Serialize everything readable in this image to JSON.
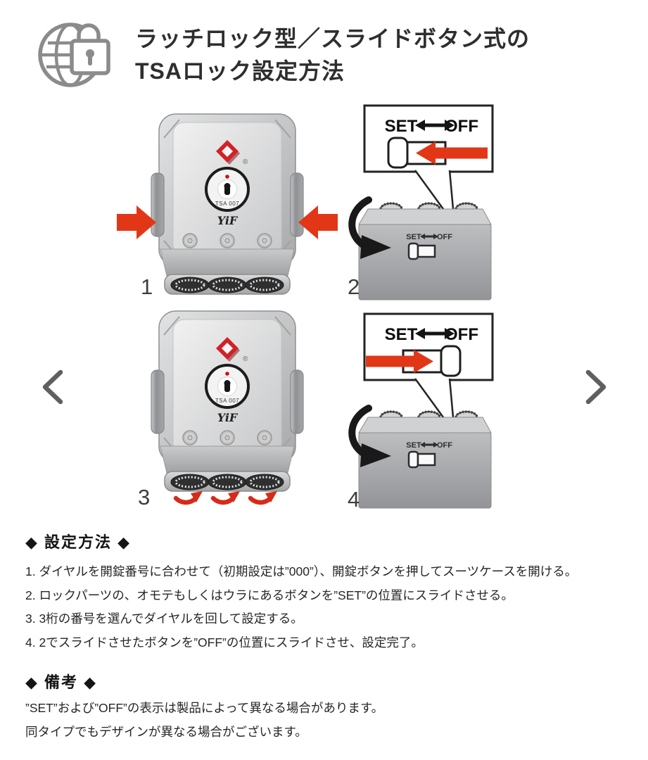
{
  "header": {
    "title_line1": "ラッチロック型／スライドボタン式の",
    "title_line2": "TSAロック設定方法",
    "icon": "globe-lock-icon"
  },
  "carousel": {
    "prev_icon": "chevron-left",
    "next_icon": "chevron-right"
  },
  "lock_panel": {
    "keyhole_text": "TSA 007",
    "brand": "YiF",
    "reg_mark": "®"
  },
  "slide_labels": {
    "set": "SET",
    "off": "OFF"
  },
  "figures": {
    "fig1": {
      "number": "1"
    },
    "fig2": {
      "number": "2"
    },
    "fig3": {
      "number": "3"
    },
    "fig4": {
      "number": "4"
    }
  },
  "howto": {
    "heading": "◆ 設定方法 ◆",
    "steps": [
      "1. ダイヤルを開錠番号に合わせて（初期設定は”000”）、開錠ボタンを押してスーツケースを開ける。",
      "2. ロックパーツの、オモテもしくはウラにあるボタンを”SET”の位置にスライドさせる。",
      "3. 3桁の番号を選んでダイヤルを回して設定する。",
      "4. 2でスライドさせたボタンを”OFF”の位置にスライドさせ、設定完了。"
    ]
  },
  "remarks": {
    "heading": "◆ 備考 ◆",
    "lines": [
      "”SET”および”OFF”の表示は製品によって異なる場合があります。",
      "同タイプでもデザインが異なる場合がございます。"
    ]
  },
  "colors": {
    "accent_red": "#e23717",
    "logo_red": "#d22027",
    "arrow_black": "#1a1a1a",
    "metal_gray": "#b9babc",
    "text": "#262626"
  }
}
